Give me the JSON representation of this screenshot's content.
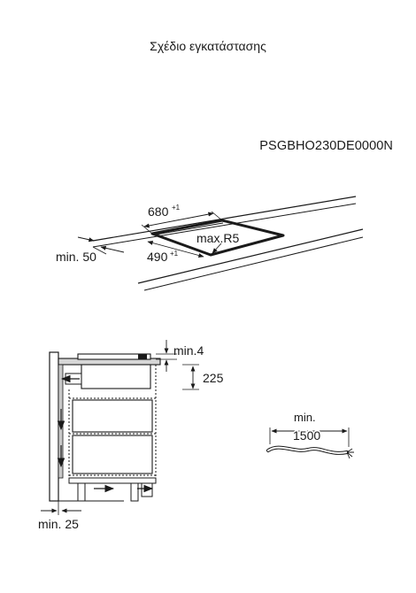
{
  "page": {
    "title": "Σχέδιο εγκατάστασης",
    "model": "PSGBHO230DE0000N"
  },
  "cutout": {
    "width_value": "680",
    "width_tol": "+1",
    "depth_value": "490",
    "depth_tol": "+1",
    "radius": "max.R5",
    "front_gap": "min. 50"
  },
  "section": {
    "top_gap": "min.4",
    "height": "225",
    "wall_gap": "min. 25"
  },
  "cable": {
    "label_min": "min.",
    "label_value": "1500"
  }
}
